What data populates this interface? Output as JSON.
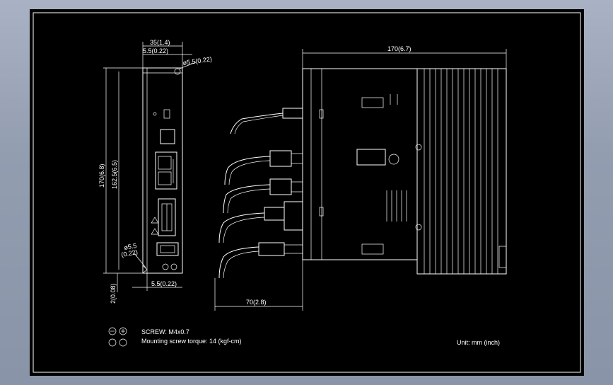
{
  "drawing": {
    "front_view": {
      "width_dim": "35(1.4)",
      "top_offset_dim": "5.5(0.22)",
      "hole_dim_top": "ø5.5(0.22)",
      "height_dim": "170(6.8)",
      "inner_height_dim": "162.5(6.5)",
      "hole_dim_bottom_a": "ø5.5",
      "hole_dim_bottom_b": "(0.22)",
      "bottom_offset_dim": "5.5(0.22)",
      "bottom_gap_dim": "2(0.08)"
    },
    "side_view": {
      "depth_dim": "170(6.7)",
      "cable_dim": "70(2.8)"
    },
    "notes": {
      "screw": "SCREW: M4x0.7",
      "torque": "Mounting screw torque: 14 (kgf-cm)",
      "unit": "Unit: mm (inch)"
    }
  },
  "colors": {
    "background": "#8f9aae",
    "sheet": "#000000",
    "lines": "#ffffff"
  }
}
